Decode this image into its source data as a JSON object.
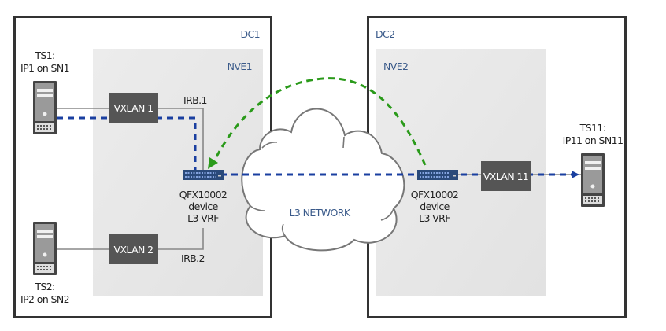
{
  "colors": {
    "frame": "#333333",
    "nve_fill": "#e8e8e8",
    "vxlan_box": "#555555",
    "blue_path": "#1a3fa0",
    "green_path": "#2a9a1a",
    "label_blue": "#3a5a8a",
    "link": "#888888"
  },
  "datacenters": [
    {
      "name": "DC1",
      "nve": "NVE1"
    },
    {
      "name": "DC2",
      "nve": "NVE2"
    }
  ],
  "servers": {
    "ts1": [
      "TS1:",
      "IP1 on SN1"
    ],
    "ts2": [
      "TS2:",
      "IP2 on SN2"
    ],
    "ts11": [
      "TS11:",
      "IP11 on SN11"
    ]
  },
  "vxlans": {
    "v1": "VXLAN 1",
    "v2": "VXLAN 2",
    "v11": "VXLAN 11"
  },
  "irb": {
    "irb1": "IRB.1",
    "irb2": "IRB.2"
  },
  "devices": {
    "left": [
      "QFX10002",
      "device",
      "L3 VRF"
    ],
    "right": [
      "QFX10002",
      "device",
      "L3 VRF"
    ]
  },
  "cloud_label": "L3 NETWORK",
  "icons": {
    "server": "server-tower-icon",
    "switch": "network-switch-icon",
    "cloud": "cloud-icon"
  }
}
